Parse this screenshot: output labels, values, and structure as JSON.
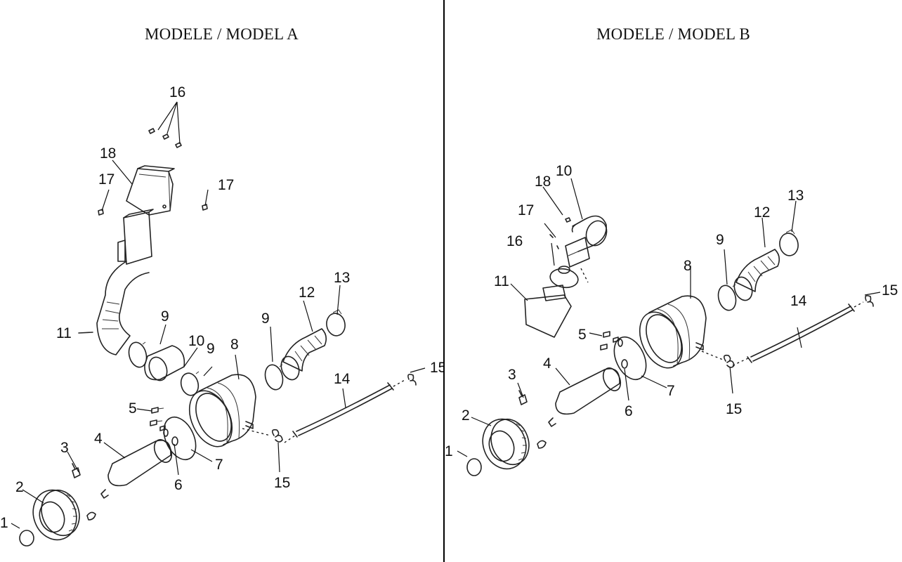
{
  "model_a": {
    "title": "MODELE / MODEL A",
    "labels": [
      "1",
      "2",
      "3",
      "4",
      "5",
      "6",
      "7",
      "8",
      "9",
      "10",
      "11",
      "12",
      "13",
      "14",
      "15",
      "16",
      "17",
      "18"
    ]
  },
  "model_b": {
    "title": "MODELE / MODEL B",
    "labels": [
      "1",
      "2",
      "3",
      "4",
      "5",
      "6",
      "7",
      "8",
      "9",
      "10",
      "11",
      "12",
      "13",
      "14",
      "15",
      "16",
      "17",
      "18"
    ]
  }
}
